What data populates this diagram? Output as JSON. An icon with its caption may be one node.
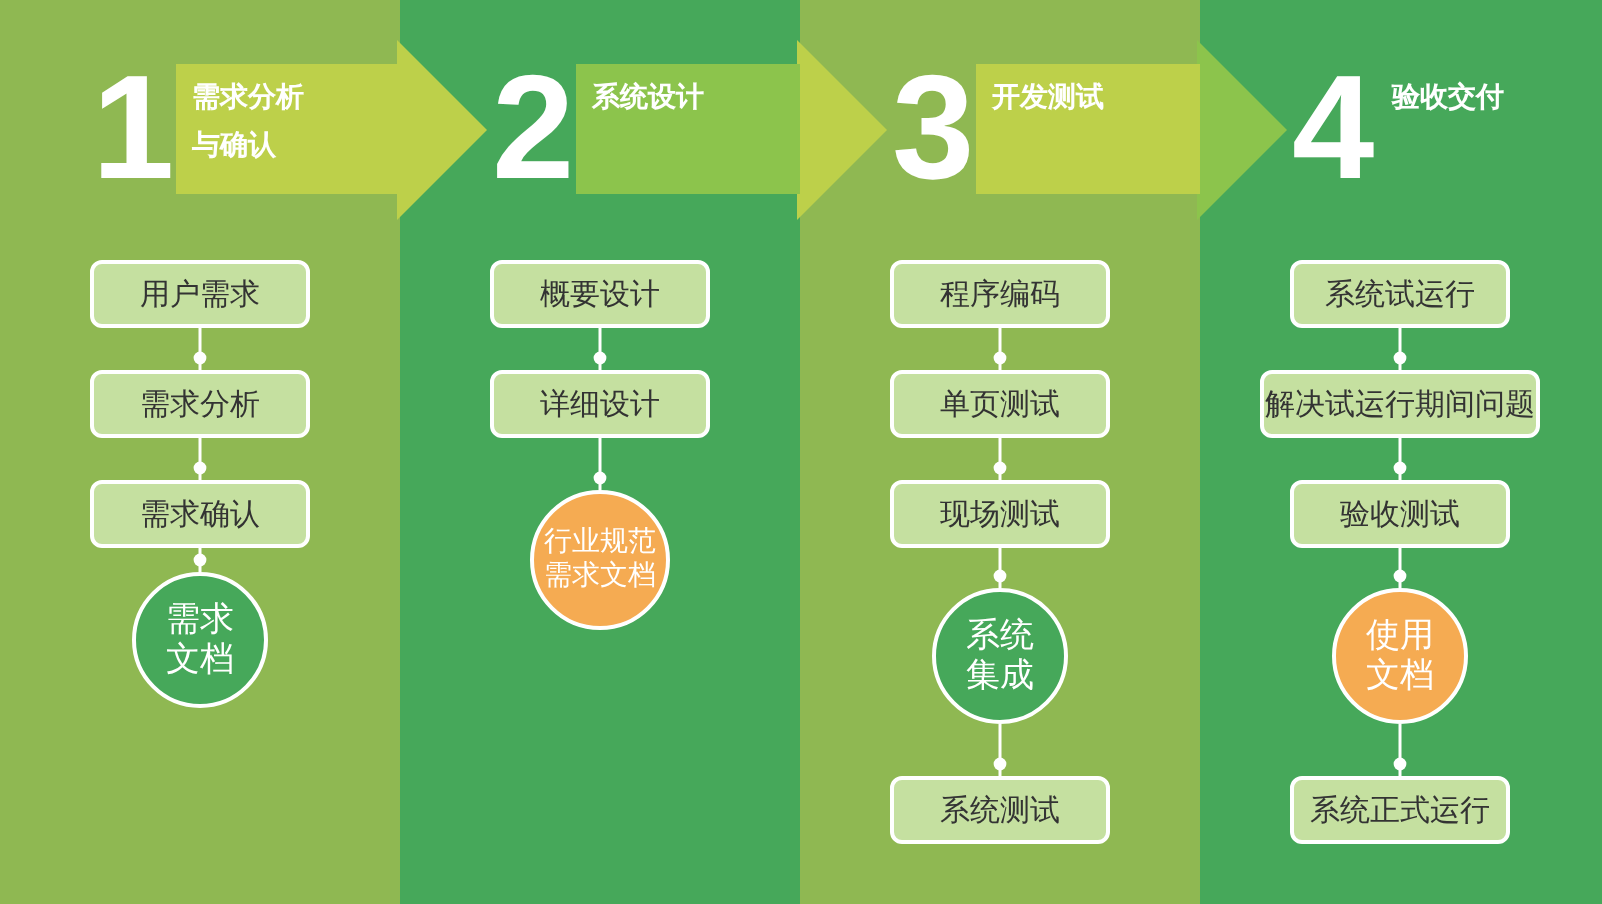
{
  "diagram": {
    "nodes": [
      {
        "text": [
          "1",
          "需求分析与确认"
        ]
      },
      {
        "text": [
          "用户需求"
        ],
        "in": 0
      },
      {
        "text": [
          "需求分析"
        ],
        "in": 0
      },
      {
        "text": [
          "需求确认"
        ],
        "in": 0
      },
      {
        "text": [
          "需求文档"
        ],
        "in": 0
      },
      {
        "text": [
          "2",
          "系统设计"
        ]
      },
      {
        "text": [
          "概要设计"
        ],
        "in": 5
      },
      {
        "text": [
          "详细设计"
        ],
        "in": 5
      },
      {
        "text": [
          "行业规范需求文档"
        ],
        "in": 5
      },
      {
        "text": [
          "3",
          "开发测试"
        ]
      },
      {
        "text": [
          "程序编码"
        ],
        "in": 9
      },
      {
        "text": [
          "单页测试"
        ],
        "in": 9
      },
      {
        "text": [
          "现场测试"
        ],
        "in": 9
      },
      {
        "text": [
          "系统集成"
        ],
        "in": 9
      },
      {
        "text": [
          "系统测试"
        ],
        "in": 9
      },
      {
        "text": [
          "4",
          "验收交付"
        ]
      },
      {
        "text": [
          "系统试运行"
        ],
        "in": 15
      },
      {
        "text": [
          "解决试运行期间问题"
        ],
        "in": 15
      },
      {
        "text": [
          "验收测试"
        ],
        "in": 15
      },
      {
        "text": [
          "使用文档"
        ],
        "in": 15
      },
      {
        "text": [
          "系统正式运行"
        ],
        "in": 15
      }
    ],
    "edges": [
      {
        "from": 0,
        "to": 5,
        "arrow": "to",
        "color": "#bdd04a"
      },
      {
        "from": 5,
        "to": 9,
        "arrow": "to",
        "color": "#bdd04a"
      },
      {
        "from": 9,
        "to": 15,
        "arrow": "to",
        "color": "#8cc44c"
      },
      {
        "from": 1,
        "to": 2,
        "arrow": "other"
      },
      {
        "from": 2,
        "to": 3,
        "arrow": "other"
      },
      {
        "from": 3,
        "to": 4,
        "arrow": "other"
      },
      {
        "from": 6,
        "to": 7,
        "arrow": "other"
      },
      {
        "from": 7,
        "to": 8,
        "arrow": "other"
      },
      {
        "from": 10,
        "to": 11,
        "arrow": "other"
      },
      {
        "from": 11,
        "to": 12,
        "arrow": "other"
      },
      {
        "from": 12,
        "to": 13,
        "arrow": "other"
      },
      {
        "from": 13,
        "to": 14,
        "arrow": "other"
      },
      {
        "from": 16,
        "to": 17,
        "arrow": "other"
      },
      {
        "from": 17,
        "to": 18,
        "arrow": "other"
      },
      {
        "from": 18,
        "to": 19,
        "arrow": "other"
      },
      {
        "from": 19,
        "to": 20,
        "arrow": "other"
      }
    ]
  }
}
